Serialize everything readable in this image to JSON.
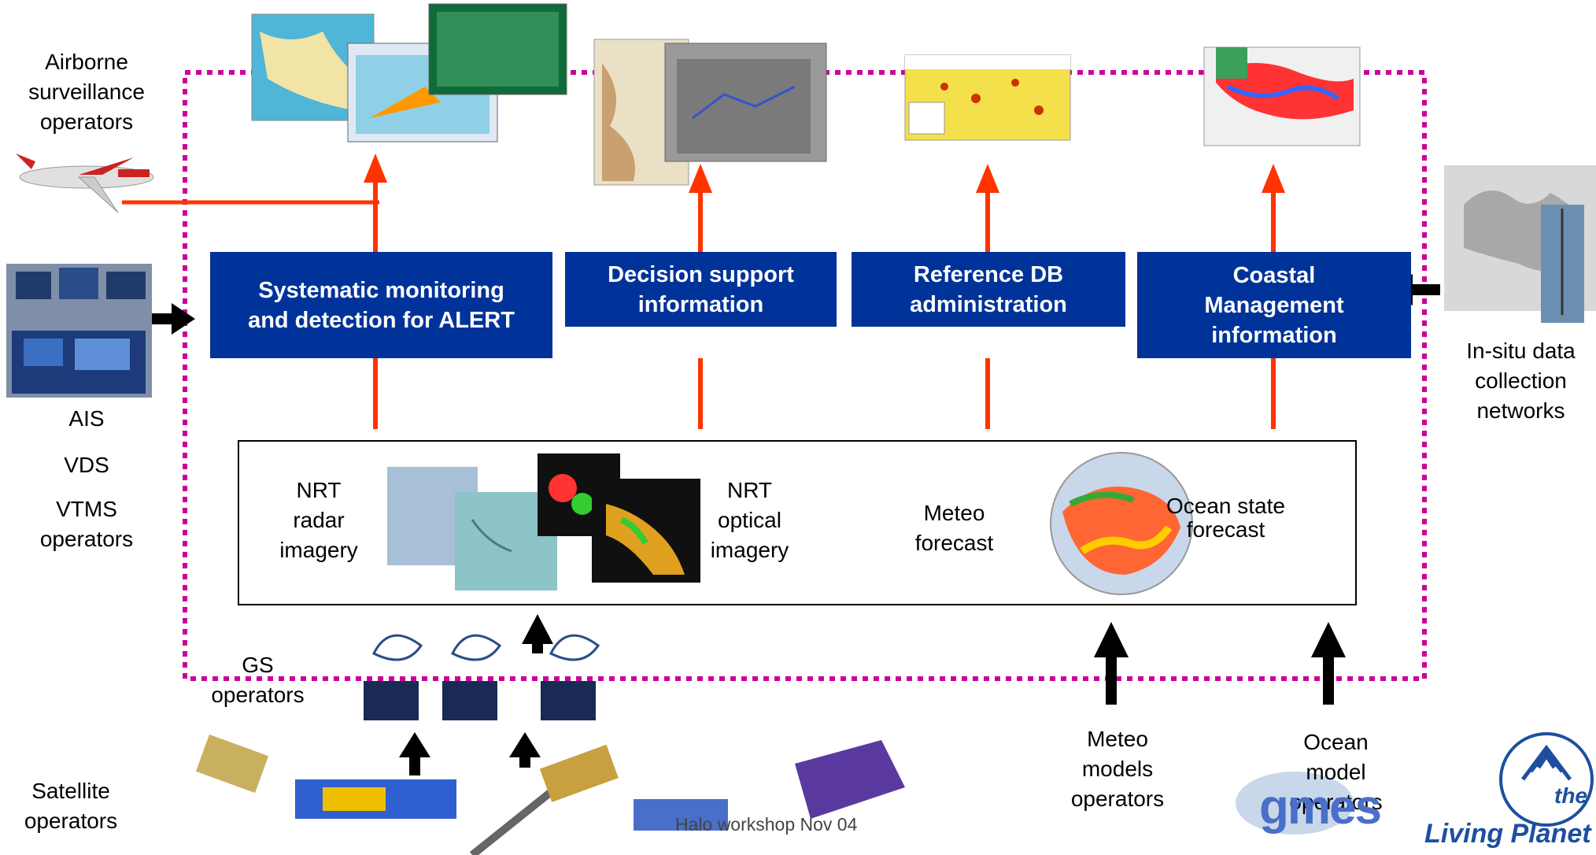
{
  "actors": {
    "airborne": "Airborne\nsurveillance\noperators",
    "ais": "AIS",
    "vds": "VDS",
    "vtms": "VTMS\noperators",
    "insitu": "In-situ data\ncollection\nnetworks",
    "gs": "GS\noperators",
    "satellite": "Satellite\noperators",
    "meteo_models": "Meteo\nmodels\noperators",
    "ocean_model": "Ocean\nmodel\noperators"
  },
  "services": [
    {
      "label": "Systematic monitoring\nand detection for ALERT"
    },
    {
      "label": "Decision support\ninformation"
    },
    {
      "label": "Reference DB\nadministration"
    },
    {
      "label": "Coastal\nManagement\ninformation"
    }
  ],
  "inputs": {
    "nrt_radar": "NRT\nradar\nimagery",
    "nrt_optical": "NRT\noptical\nimagery",
    "meteo": "Meteo\nforecast",
    "ocean_state": "Ocean state\nforecast"
  },
  "footer": "Halo workshop Nov 04",
  "logos": {
    "gmes": "gmes",
    "living_planet": "Living Planet",
    "the": "the"
  },
  "colors": {
    "service_box": "#003399",
    "arrow_up": "#ff3300",
    "boundary": "#cc0099",
    "black_arrow": "#000000"
  }
}
